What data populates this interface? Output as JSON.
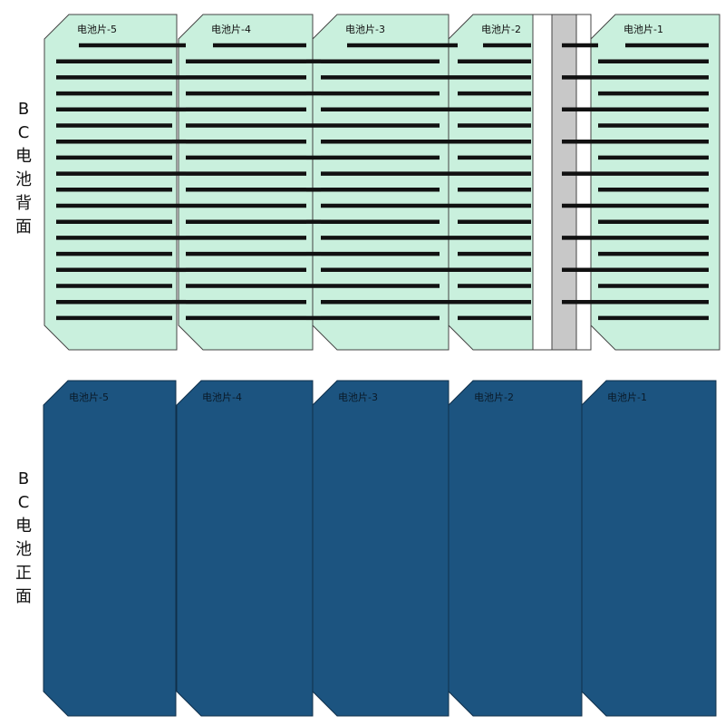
{
  "side_labels": {
    "back": [
      "B",
      "C",
      "电",
      "池",
      "背",
      "面"
    ],
    "front": [
      "B",
      "C",
      "电",
      "池",
      "正",
      "面"
    ]
  },
  "back_row": {
    "cells": [
      {
        "label": "电池片-5"
      },
      {
        "label": "电池片-4"
      },
      {
        "label": "电池片-3"
      },
      {
        "label": "电池片-2"
      },
      {
        "label": "电池片-1"
      }
    ]
  },
  "front_row": {
    "cells": [
      {
        "label": "电池片-5"
      },
      {
        "label": "电池片-4"
      },
      {
        "label": "电池片-3"
      },
      {
        "label": "电池片-2"
      },
      {
        "label": "电池片-1"
      }
    ]
  },
  "colors": {
    "back_cell_fill": "#c9f0dd",
    "front_cell_fill": "#1c5480",
    "busbar": "#111111",
    "outline": "#444444",
    "separator_gray": "#c8c8c8"
  }
}
